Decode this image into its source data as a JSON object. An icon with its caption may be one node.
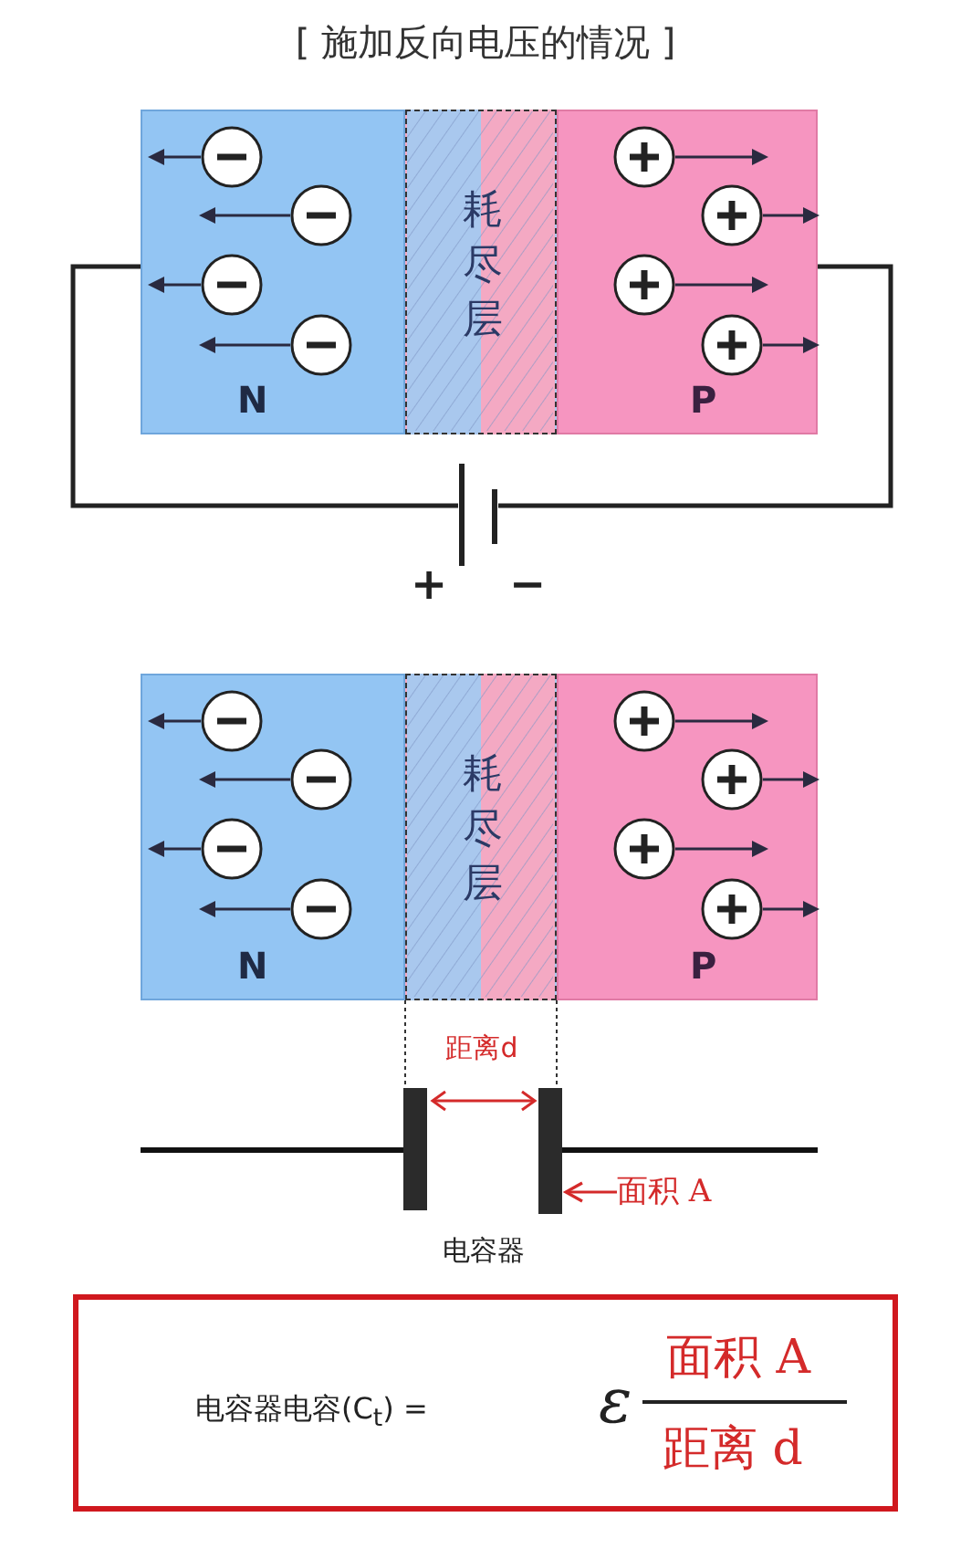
{
  "diagram": {
    "title": "[ 施加反向电压的情况 ]",
    "nodes": [
      {
        "text": [
          "N"
        ]
      },
      {
        "text": [
          "耗尽层"
        ]
      },
      {
        "text": [
          "P"
        ]
      },
      {
        "text": [],
        "shape": "battery",
        "beside": [
          "+",
          "−"
        ]
      },
      {
        "text": [
          "N"
        ]
      },
      {
        "text": [
          "耗尽层"
        ]
      },
      {
        "text": [
          "P"
        ]
      },
      {
        "text": [
          "电容器"
        ]
      },
      {
        "text": [
          "面积 A"
        ]
      },
      {
        "text": [
          "电容器电容(C$_{t}$) =",
          "ε",
          "面积 A",
          "距离 d"
        ]
      }
    ],
    "edges": [
      {
        "from": 0,
        "to": 3,
        "arrow": "none"
      },
      {
        "from": 3,
        "to": 2,
        "arrow": "none"
      },
      {
        "from": 8,
        "to": 7,
        "arrow": "to",
        "color": "#d42a2a"
      }
    ],
    "labels": [
      "距离d"
    ]
  }
}
